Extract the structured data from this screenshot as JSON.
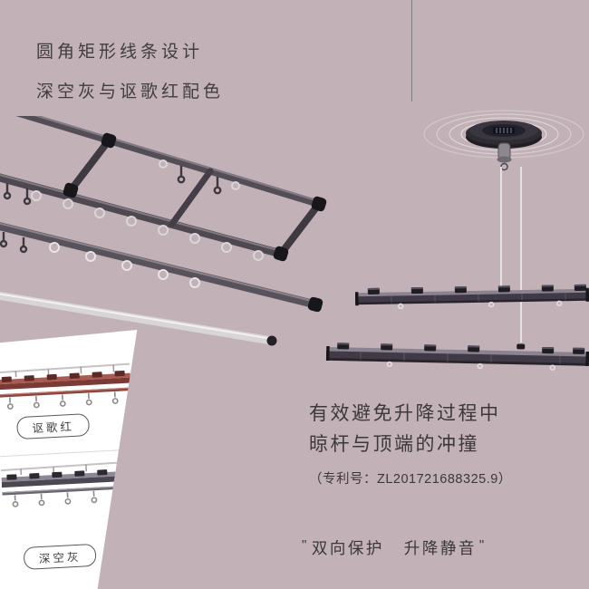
{
  "colors": {
    "background": "#c2b1b7",
    "panel": "#ffffff",
    "text": "#3b393b",
    "accent_red": "#7c3a34",
    "deep_space_gray": "#4c4750"
  },
  "header": {
    "line1": "圆角矩形线条设计",
    "line2": "深空灰与讴歌红配色"
  },
  "variants": {
    "red": {
      "label": "讴歌红"
    },
    "gray": {
      "label": "深空灰"
    }
  },
  "feature": {
    "line1": "有效避免升降过程中",
    "line2": "晾杆与顶端的冲撞",
    "patent": "（专利号：ZL201721688325.9）"
  },
  "slogan": {
    "open": "\"",
    "left": "双向保护",
    "right": "升降静音",
    "close": "\""
  }
}
